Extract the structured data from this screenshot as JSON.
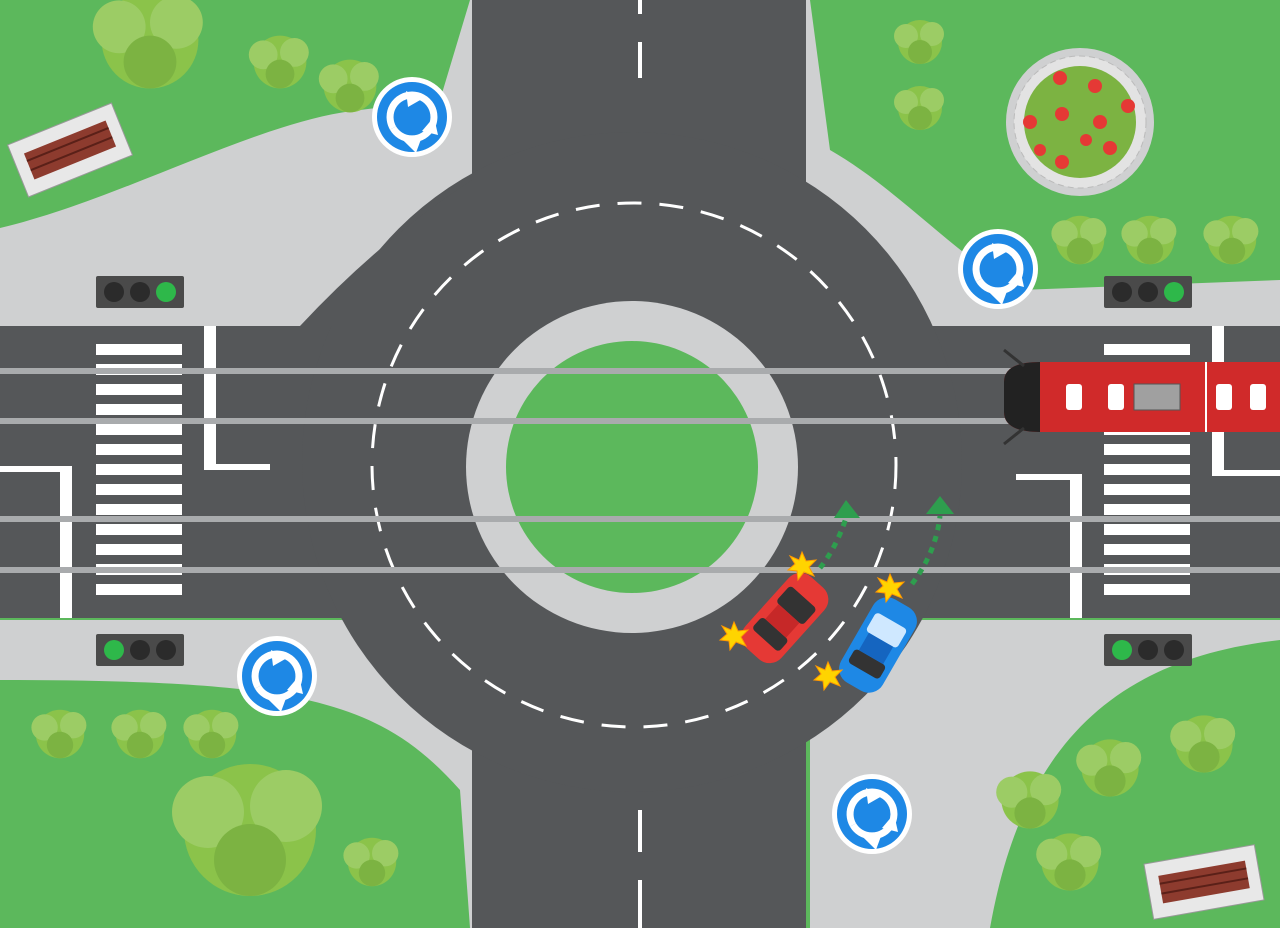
{
  "scene": {
    "type": "roundabout-intersection-illustration",
    "colors": {
      "grass": "#5cb85c",
      "road": "#555759",
      "sidewalk": "#cfd0d1",
      "marking": "#ffffff",
      "rail": "#a9abad",
      "tram": "#d02a2a",
      "sign": "#1e88e5",
      "car_red": "#e53935",
      "car_blue": "#1e88e5",
      "arrow": "#2e9e4e",
      "impact": "#ffd400",
      "tree": "#8bc34a",
      "flower": "#e53935",
      "bench": "#8d3b2e"
    },
    "traffic_lights": [
      {
        "id": "nw",
        "active": "green"
      },
      {
        "id": "ne",
        "active": "green"
      },
      {
        "id": "sw",
        "active": "green"
      },
      {
        "id": "se",
        "active": "green"
      }
    ],
    "signs": {
      "icon": "roundabout-sign-icon",
      "count": 4
    },
    "vehicles": [
      {
        "id": "tram",
        "icon": "tram-icon"
      },
      {
        "id": "red-car",
        "icon": "car-icon"
      },
      {
        "id": "blue-car",
        "icon": "car-icon"
      }
    ],
    "collision": {
      "icon": "impact-star-icon",
      "count": 4
    },
    "intended_paths": {
      "icon": "dotted-arrow-icon",
      "count": 2
    }
  }
}
